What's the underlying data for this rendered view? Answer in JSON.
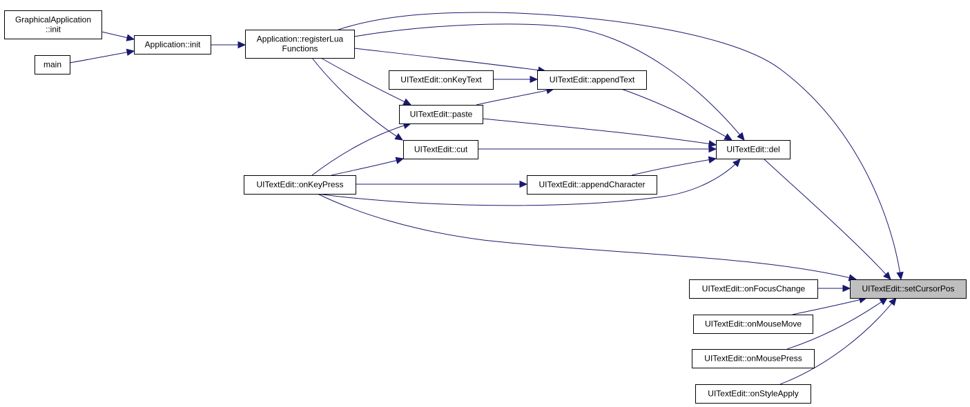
{
  "graph": {
    "edge_color": "#191970",
    "highlight_fill": "#bfbfbf",
    "nodes": [
      {
        "id": "graphical-application-init",
        "lines": [
          "GraphicalApplication",
          "::init"
        ]
      },
      {
        "id": "main",
        "lines": [
          "main"
        ]
      },
      {
        "id": "application-init",
        "lines": [
          "Application::init"
        ]
      },
      {
        "id": "application-register-lua-functions",
        "lines": [
          "Application::registerLua",
          "Functions"
        ]
      },
      {
        "id": "uitextedit-onkeytext",
        "lines": [
          "UITextEdit::onKeyText"
        ]
      },
      {
        "id": "uitextedit-appendtext",
        "lines": [
          "UITextEdit::appendText"
        ]
      },
      {
        "id": "uitextedit-paste",
        "lines": [
          "UITextEdit::paste"
        ]
      },
      {
        "id": "uitextedit-cut",
        "lines": [
          "UITextEdit::cut"
        ]
      },
      {
        "id": "uitextedit-del",
        "lines": [
          "UITextEdit::del"
        ]
      },
      {
        "id": "uitextedit-onkeypress",
        "lines": [
          "UITextEdit::onKeyPress"
        ]
      },
      {
        "id": "uitextedit-appendcharacter",
        "lines": [
          "UITextEdit::appendCharacter"
        ]
      },
      {
        "id": "uitextedit-onfocuschange",
        "lines": [
          "UITextEdit::onFocusChange"
        ]
      },
      {
        "id": "uitextedit-setcursorpos",
        "lines": [
          "UITextEdit::setCursorPos"
        ],
        "highlight": true
      },
      {
        "id": "uitextedit-onmousemove",
        "lines": [
          "UITextEdit::onMouseMove"
        ]
      },
      {
        "id": "uitextedit-onmousepress",
        "lines": [
          "UITextEdit::onMousePress"
        ]
      },
      {
        "id": "uitextedit-onstyleapply",
        "lines": [
          "UITextEdit::onStyleApply"
        ]
      }
    ],
    "edges": [
      {
        "from": "graphical-application-init",
        "to": "application-init"
      },
      {
        "from": "main",
        "to": "application-init"
      },
      {
        "from": "application-init",
        "to": "application-register-lua-functions"
      },
      {
        "from": "application-register-lua-functions",
        "to": "uitextedit-setcursorpos"
      },
      {
        "from": "application-register-lua-functions",
        "to": "uitextedit-del"
      },
      {
        "from": "application-register-lua-functions",
        "to": "uitextedit-appendtext"
      },
      {
        "from": "application-register-lua-functions",
        "to": "uitextedit-paste"
      },
      {
        "from": "application-register-lua-functions",
        "to": "uitextedit-cut"
      },
      {
        "from": "uitextedit-onkeytext",
        "to": "uitextedit-appendtext"
      },
      {
        "from": "uitextedit-appendtext",
        "to": "uitextedit-del"
      },
      {
        "from": "uitextedit-paste",
        "to": "uitextedit-appendtext"
      },
      {
        "from": "uitextedit-paste",
        "to": "uitextedit-del"
      },
      {
        "from": "uitextedit-cut",
        "to": "uitextedit-del"
      },
      {
        "from": "uitextedit-onkeypress",
        "to": "uitextedit-paste"
      },
      {
        "from": "uitextedit-onkeypress",
        "to": "uitextedit-cut"
      },
      {
        "from": "uitextedit-onkeypress",
        "to": "uitextedit-appendcharacter"
      },
      {
        "from": "uitextedit-onkeypress",
        "to": "uitextedit-del"
      },
      {
        "from": "uitextedit-onkeypress",
        "to": "uitextedit-setcursorpos"
      },
      {
        "from": "uitextedit-appendcharacter",
        "to": "uitextedit-del"
      },
      {
        "from": "uitextedit-del",
        "to": "uitextedit-setcursorpos"
      },
      {
        "from": "uitextedit-onfocuschange",
        "to": "uitextedit-setcursorpos"
      },
      {
        "from": "uitextedit-onmousemove",
        "to": "uitextedit-setcursorpos"
      },
      {
        "from": "uitextedit-onmousepress",
        "to": "uitextedit-setcursorpos"
      },
      {
        "from": "uitextedit-onstyleapply",
        "to": "uitextedit-setcursorpos"
      }
    ]
  }
}
